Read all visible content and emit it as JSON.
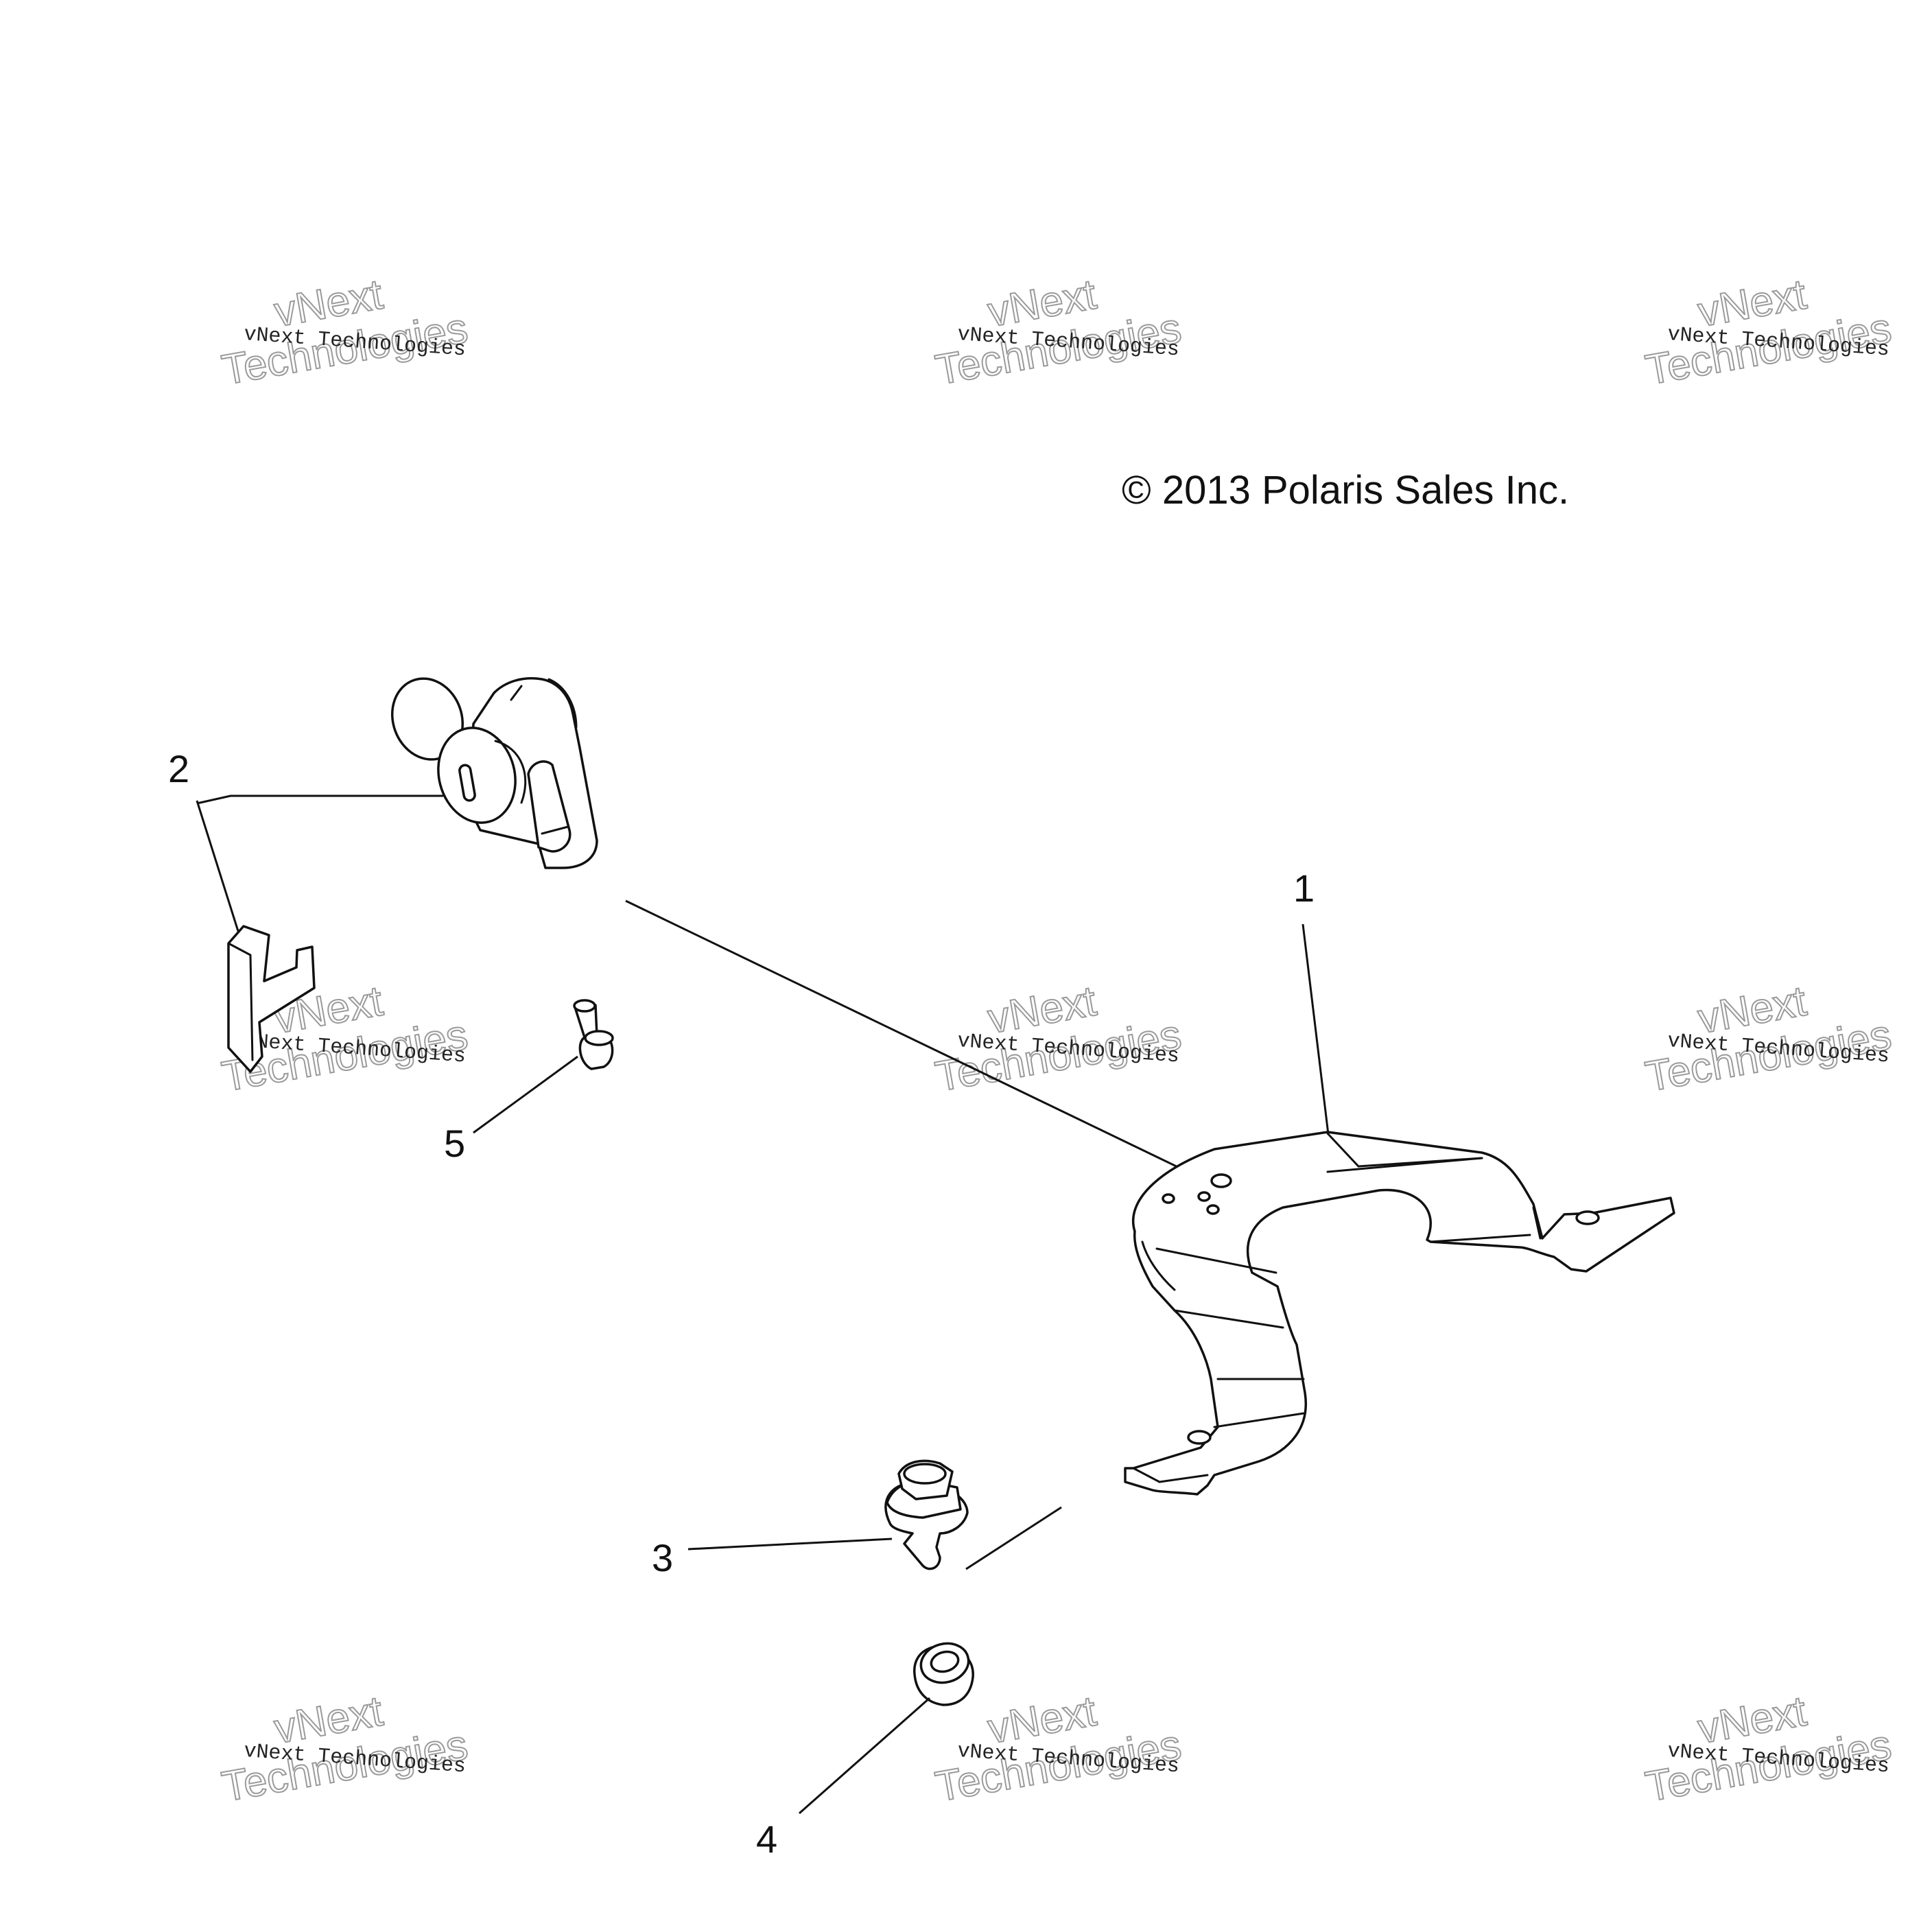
{
  "copyright": "© 2013 Polaris Sales Inc.",
  "callouts": [
    {
      "id": "1",
      "label": "1"
    },
    {
      "id": "2",
      "label": "2"
    },
    {
      "id": "3",
      "label": "3"
    },
    {
      "id": "4",
      "label": "4"
    },
    {
      "id": "5",
      "label": "5"
    }
  ],
  "watermark": {
    "line_small": "vNext Technologies",
    "line_big_1": "vNext",
    "line_big_2": "Technologies"
  }
}
